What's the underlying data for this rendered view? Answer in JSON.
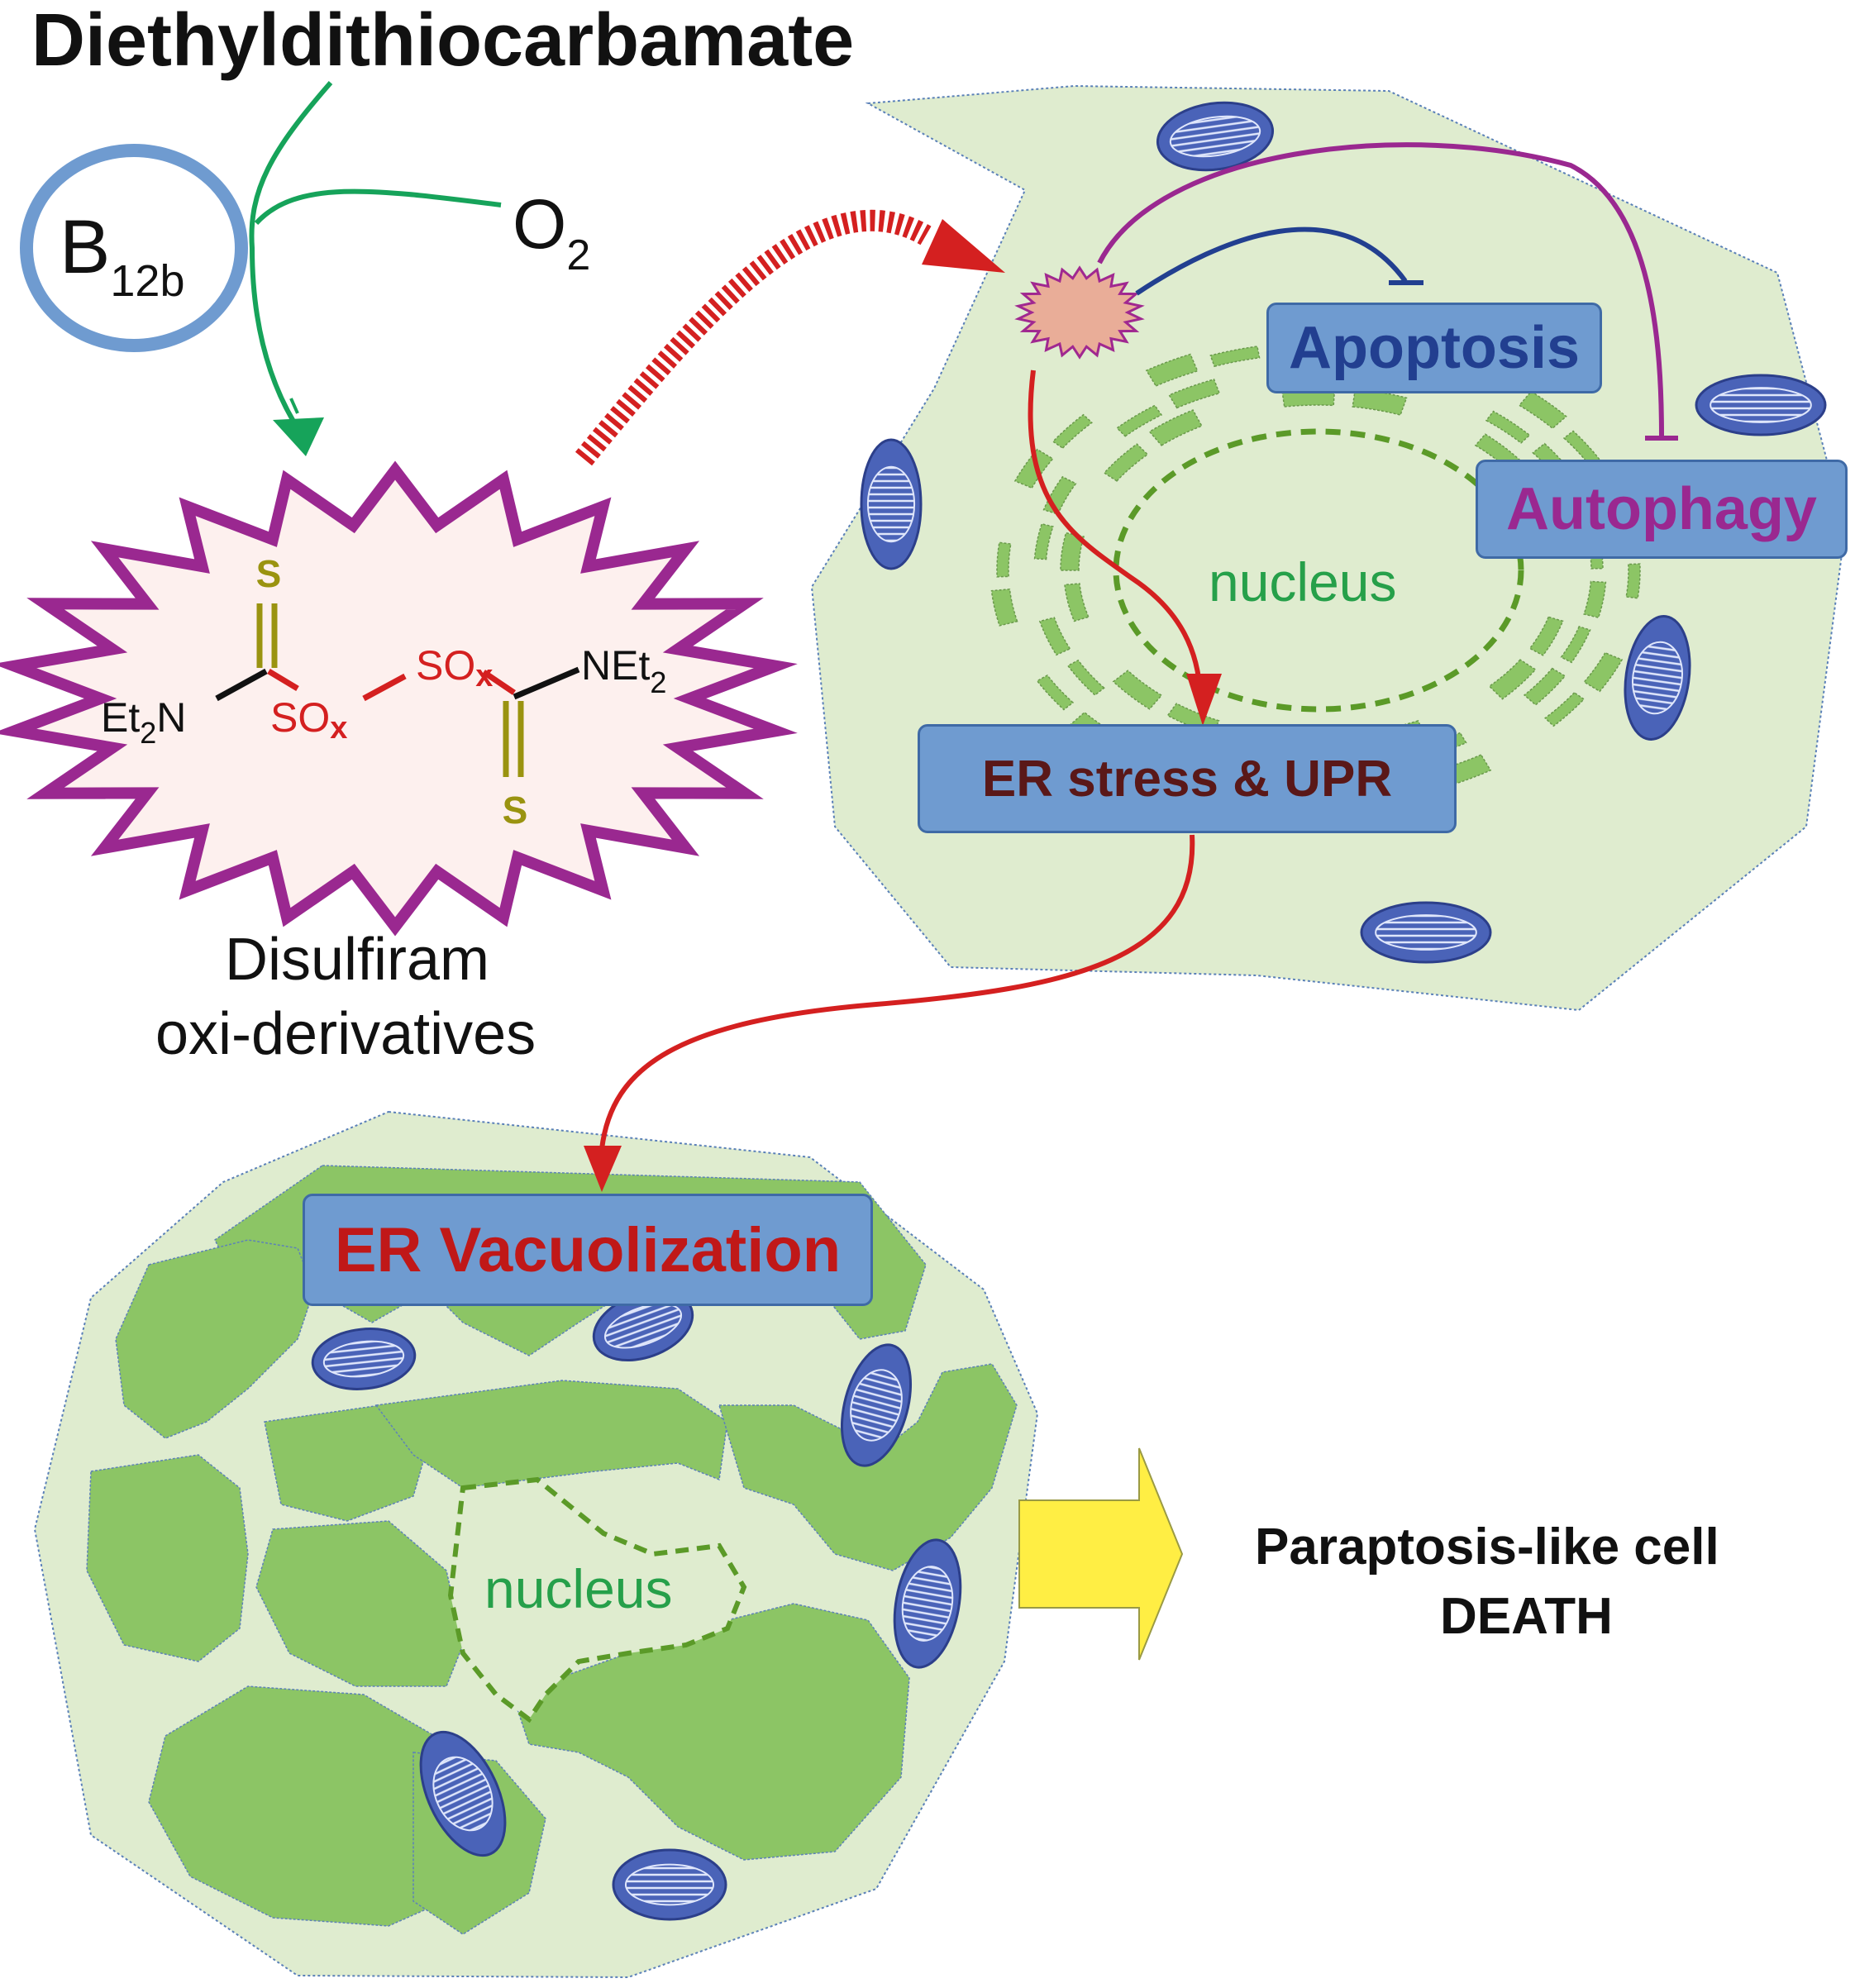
{
  "title": "Diethyldithiocarbamate",
  "cofactor": {
    "letter": "B",
    "subscript": "12b"
  },
  "oxygen": {
    "symbol": "O",
    "subscript": "2"
  },
  "molecule": {
    "label_line1": "Disulfiram",
    "label_line2": "oxi-derivatives",
    "sulfur_top": "S",
    "sulfur_bottom": "S",
    "left_amine": "Et",
    "left_amine_sub": "2",
    "left_amine_tail": "N",
    "right_amine": "NEt",
    "right_amine_sub": "2",
    "sox_base": "SO",
    "sox_sub": "x"
  },
  "cell_top": {
    "nucleus": "nucleus",
    "apoptosis": "Apoptosis",
    "autophagy": "Autophagy",
    "er_stress": "ER stress & UPR"
  },
  "cell_bottom": {
    "nucleus": "nucleus",
    "er_vacuolization": "ER Vacuolization"
  },
  "outcome": {
    "line1": "Paraptosis-like cell",
    "line2": "DEATH"
  },
  "colors": {
    "cell_fill": "#dfeccf",
    "er_green": "#8cc565",
    "mito_blue": "#4a63b8",
    "arrow_red": "#d42020",
    "arrow_green": "#16a35a",
    "purple": "#9a2890",
    "navy": "#223f90",
    "box_blue": "#6f9bd0",
    "yellow": "#ffee44"
  }
}
